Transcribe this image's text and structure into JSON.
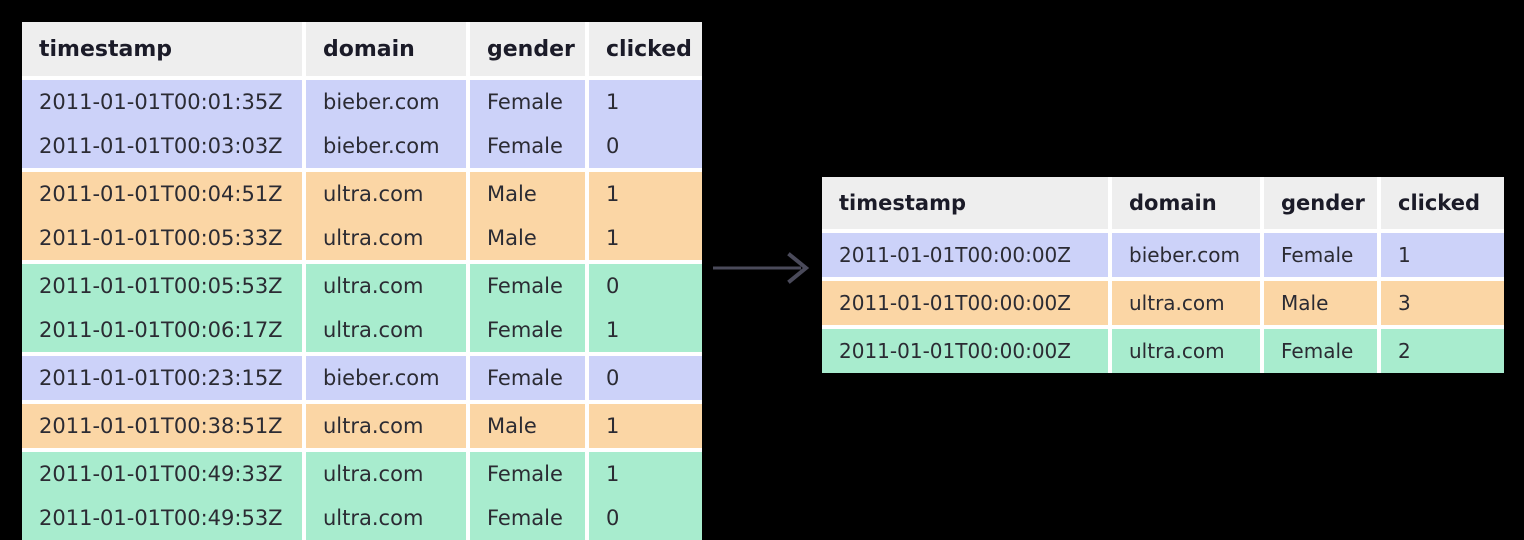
{
  "background_color": "#000000",
  "palette": {
    "header_bg": "#eeeeee",
    "header_text": "#1b1b28",
    "cell_text": "#2b2b33",
    "gap": "#ffffff",
    "group_lavender": "#ccd2f9",
    "group_orange": "#fbd6a5",
    "group_green": "#a8ecce",
    "arrow": "#4a4a5a"
  },
  "arrow": {
    "name": "transform-arrow",
    "direction": "right"
  },
  "source_table": {
    "name": "source-events-table",
    "columns": [
      "timestamp",
      "domain",
      "gender",
      "clicked"
    ],
    "rows": [
      {
        "timestamp": "2011-01-01T00:01:35Z",
        "domain": "bieber.com",
        "gender": "Female",
        "clicked": "1",
        "group": "group_lavender",
        "group_end": false
      },
      {
        "timestamp": "2011-01-01T00:03:03Z",
        "domain": "bieber.com",
        "gender": "Female",
        "clicked": "0",
        "group": "group_lavender",
        "group_end": true
      },
      {
        "timestamp": "2011-01-01T00:04:51Z",
        "domain": "ultra.com",
        "gender": "Male",
        "clicked": "1",
        "group": "group_orange",
        "group_end": false
      },
      {
        "timestamp": "2011-01-01T00:05:33Z",
        "domain": "ultra.com",
        "gender": "Male",
        "clicked": "1",
        "group": "group_orange",
        "group_end": true
      },
      {
        "timestamp": "2011-01-01T00:05:53Z",
        "domain": "ultra.com",
        "gender": "Female",
        "clicked": "0",
        "group": "group_green",
        "group_end": false
      },
      {
        "timestamp": "2011-01-01T00:06:17Z",
        "domain": "ultra.com",
        "gender": "Female",
        "clicked": "1",
        "group": "group_green",
        "group_end": true
      },
      {
        "timestamp": "2011-01-01T00:23:15Z",
        "domain": "bieber.com",
        "gender": "Female",
        "clicked": "0",
        "group": "group_lavender",
        "group_end": true
      },
      {
        "timestamp": "2011-01-01T00:38:51Z",
        "domain": "ultra.com",
        "gender": "Male",
        "clicked": "1",
        "group": "group_orange",
        "group_end": true
      },
      {
        "timestamp": "2011-01-01T00:49:33Z",
        "domain": "ultra.com",
        "gender": "Female",
        "clicked": "1",
        "group": "group_green",
        "group_end": false
      },
      {
        "timestamp": "2011-01-01T00:49:53Z",
        "domain": "ultra.com",
        "gender": "Female",
        "clicked": "0",
        "group": "group_green",
        "group_end": true
      }
    ]
  },
  "result_table": {
    "name": "aggregated-rollup-table",
    "columns": [
      "timestamp",
      "domain",
      "gender",
      "clicked"
    ],
    "rows": [
      {
        "timestamp": "2011-01-01T00:00:00Z",
        "domain": "bieber.com",
        "gender": "Female",
        "clicked": "1",
        "group": "group_lavender",
        "group_end": true
      },
      {
        "timestamp": "2011-01-01T00:00:00Z",
        "domain": "ultra.com",
        "gender": "Male",
        "clicked": "3",
        "group": "group_orange",
        "group_end": true
      },
      {
        "timestamp": "2011-01-01T00:00:00Z",
        "domain": "ultra.com",
        "gender": "Female",
        "clicked": "2",
        "group": "group_green",
        "group_end": true
      }
    ]
  }
}
